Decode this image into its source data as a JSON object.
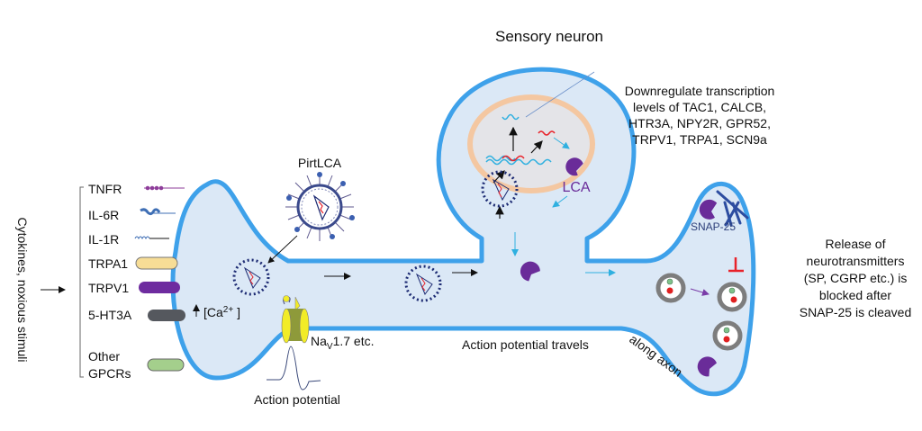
{
  "title": "Sensory neuron",
  "stimuli_label": "Cytokines, noxious stimuli",
  "receptors": [
    {
      "label": "TNFR",
      "color": "#8e3d9a"
    },
    {
      "label": "IL-6R",
      "color": "#3f6fb5"
    },
    {
      "label": "IL-1R",
      "color": "#3f6fb5"
    },
    {
      "label": "TRPA1",
      "color": "#f7dd96"
    },
    {
      "label": "TRPV1",
      "color": "#6e2c9f"
    },
    {
      "label": "5-HT3A",
      "color": "#55585e"
    },
    {
      "label": "Other GPCRs",
      "label_line1": "Other",
      "label_line2": "GPCRs",
      "color": "#a4cf8c"
    }
  ],
  "calcium_label": "[Ca",
  "calcium_sup": "2+",
  "calcium_close": " ]",
  "virus_label": "PirtLCA",
  "nav_label": "Na",
  "nav_sub": "V",
  "nav_rest": "1.7 etc.",
  "action_potential_label": "Action potential",
  "travel_label_1": "Action potential travels",
  "travel_label_2": "along axon",
  "lca_label": "LCA",
  "snap25_label": "SNAP-25",
  "transcription_lines": [
    "Downregulate transcription",
    "levels of TAC1, CALCB,",
    "HTR3A, NPY2R, GPR52,",
    "TRPV1, TRPA1, SCN9a"
  ],
  "release_lines": [
    "Release of",
    "neurotransmitters",
    "(SP, CGRP etc.) is",
    "blocked after",
    "SNAP-25 is cleaved"
  ],
  "colors": {
    "membrane": "#3ea1ea",
    "cytoplasm": "#dbe8f6",
    "nucleus_border": "#f4c7a1",
    "nucleus_fill": "#e4e4e8",
    "lca": "#6a2c99",
    "inhibit": "#e8222a",
    "vesicle_ring": "#7d7d7d",
    "virus": "#1d2b73",
    "nav_channel": "#f2ec27"
  }
}
